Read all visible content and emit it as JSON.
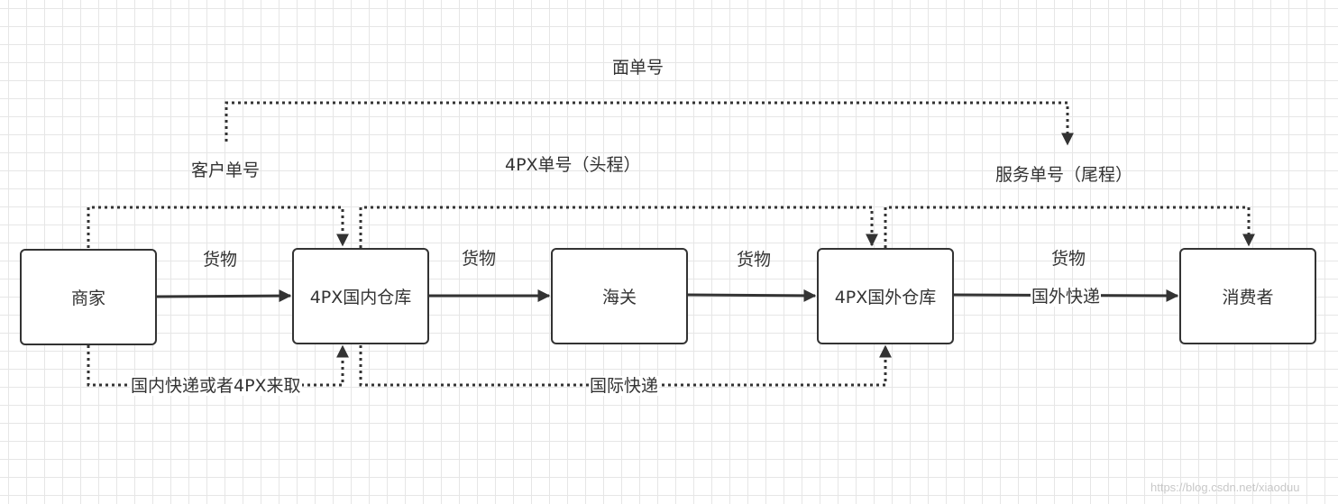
{
  "nodes": {
    "merchant": "商家",
    "domestic_warehouse": "4PX国内仓库",
    "customs": "海关",
    "overseas_warehouse": "4PX国外仓库",
    "consumer": "消费者"
  },
  "edge_labels": {
    "goods_1": "货物",
    "goods_2": "货物",
    "goods_3": "货物",
    "goods_4": "货物",
    "overseas_express": "国外快递",
    "domestic_pickup": "国内快递或者4PX来取",
    "international_express": "国际快递"
  },
  "tracking_labels": {
    "waybill_number": "面单号",
    "customer_number": "客户单号",
    "fourpx_number": "4PX单号（头程）",
    "service_number": "服务单号（尾程）"
  },
  "watermark": "https://blog.csdn.net/xiaoduu",
  "colors": {
    "stroke": "#333333",
    "grid": "#e6e6e6",
    "text": "#333333"
  }
}
